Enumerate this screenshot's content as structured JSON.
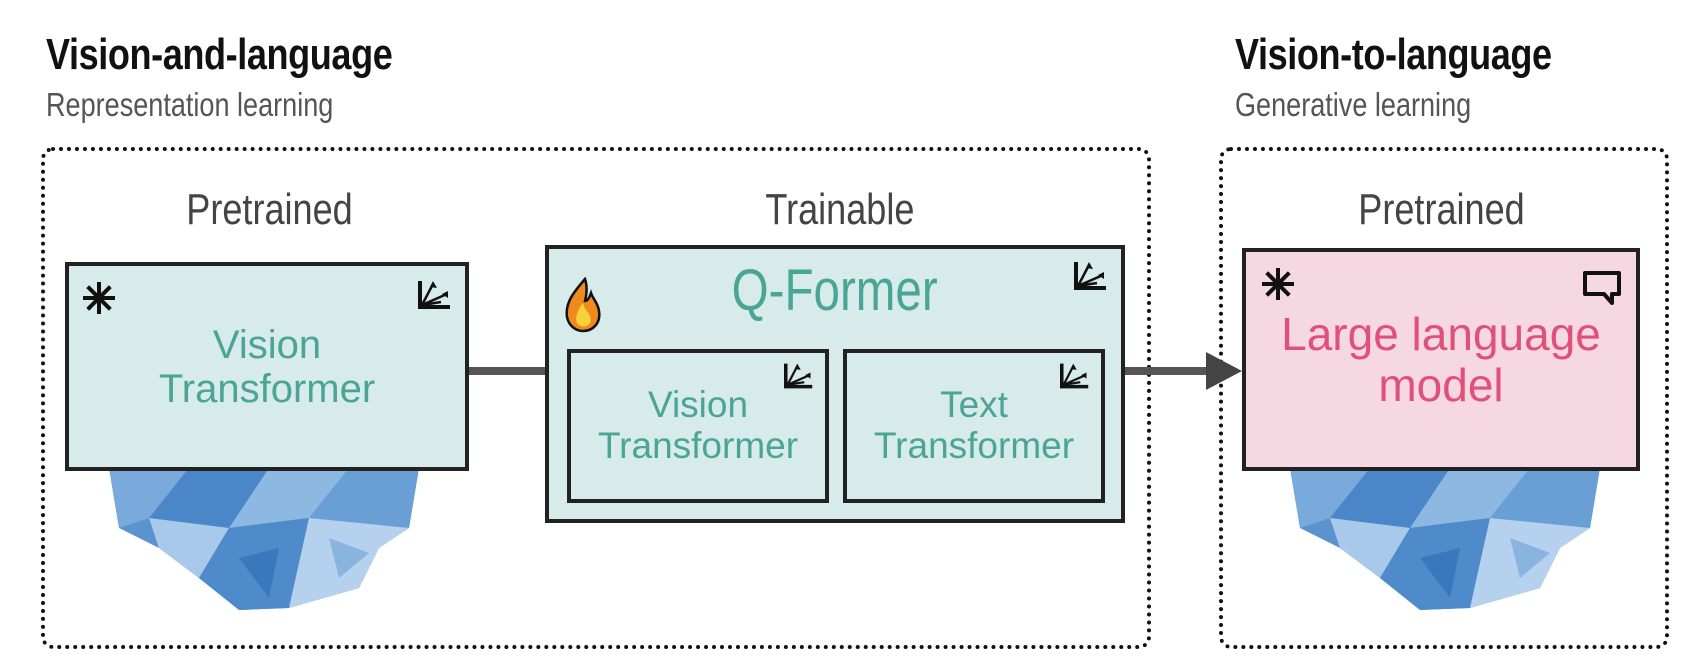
{
  "left_section": {
    "title": "Vision-and-language",
    "subtitle": "Representation learning",
    "pretrained_label": "Pretrained",
    "trainable_label": "Trainable",
    "vision_transformer": {
      "line1": "Vision",
      "line2": "Transformer"
    },
    "qformer": {
      "title": "Q-Former",
      "vision_transformer": {
        "line1": "Vision",
        "line2": "Transformer"
      },
      "text_transformer": {
        "line1": "Text",
        "line2": "Transformer"
      }
    }
  },
  "right_section": {
    "title": "Vision-to-language",
    "subtitle": "Generative learning",
    "pretrained_label": "Pretrained",
    "llm": {
      "line1": "Large language",
      "line2": "model"
    }
  },
  "colors": {
    "teal_fill": "#d6ebea",
    "teal_text": "#4aa596",
    "pink_fill": "#f5d8e2",
    "pink_text": "#e0507a",
    "ice": "#5b93cf"
  },
  "icons": [
    "snowflake-icon",
    "embedding-axes-icon",
    "fire-icon",
    "chat-bubble-icon",
    "iceberg-icon",
    "arrow-icon"
  ]
}
